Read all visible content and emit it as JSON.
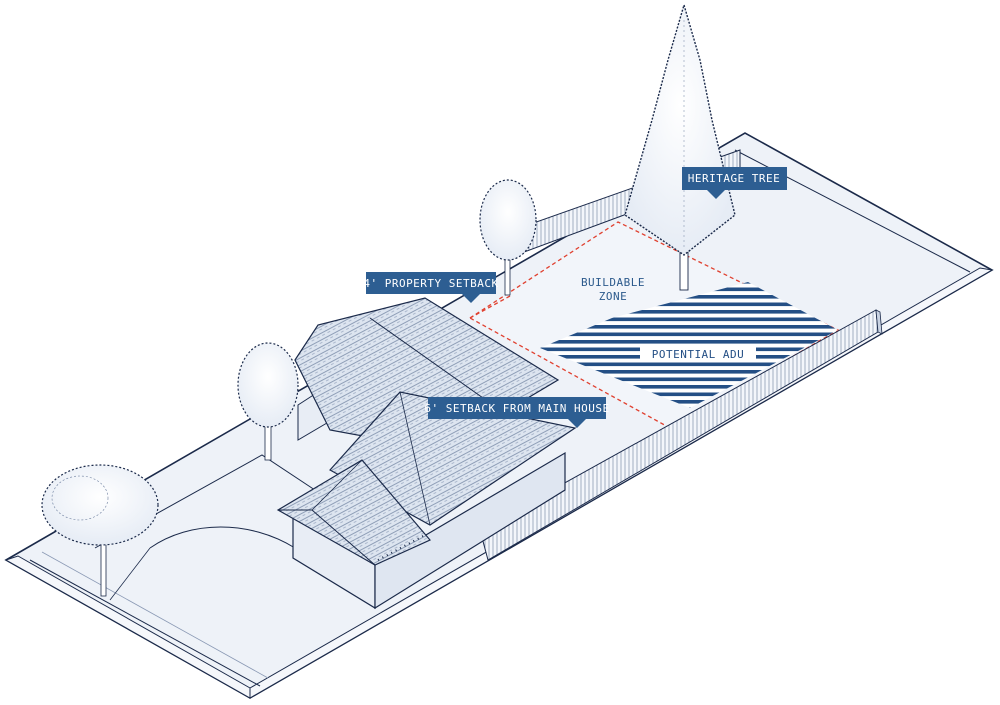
{
  "labels": {
    "heritage_tree": "HERITAGE TREE",
    "property_setback": "4' PROPERTY SETBACK",
    "main_house_setback": "6' SETBACK FROM MAIN HOUSE",
    "buildable_zone_line1": "BUILDABLE",
    "buildable_zone_line2": "ZONE",
    "potential_adu": "POTENTIAL ADU"
  },
  "colors": {
    "ink": "#1b2a4a",
    "ground": "#eef2f8",
    "ground_light": "#f5f7fb",
    "roof": "#dde5f0",
    "wall": "#e8edf5",
    "tag": "#2d5e92",
    "adu_stripe": "#244f85",
    "setback_line": "#e0402f"
  }
}
